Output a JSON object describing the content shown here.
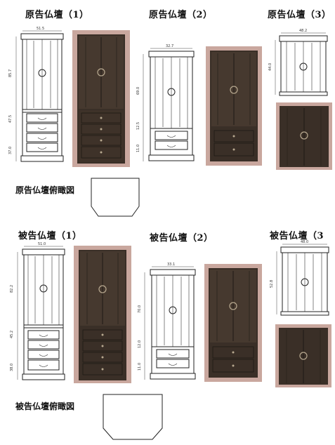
{
  "section_original": {
    "label_1": "原告仏壇（1）",
    "label_2": "原告仏壇（2）",
    "label_3": "原告仏壇（3）",
    "plan_label": "原告仏壇俯瞰図",
    "dims_1": {
      "top": "51.5",
      "a": "85.7",
      "b": "47.5",
      "c": "37.0"
    },
    "dims_2": {
      "top": "32.7",
      "a": "69.0",
      "b": "12.5",
      "c": "11.0"
    },
    "dims_3": {
      "top": "48.2",
      "a": "44.0"
    }
  },
  "section_defendant": {
    "label_1": "被告仏壇（1）",
    "label_2": "被告仏壇（2）",
    "label_3": "被告仏壇（3",
    "plan_label": "被告仏壇俯瞰図",
    "dims_1": {
      "top": "51.0",
      "a": "82.2",
      "b": "45.2",
      "c": "38.0"
    },
    "dims_2": {
      "top": "33.1",
      "a": "70.0",
      "b": "12.0",
      "c": "11.0"
    },
    "dims_3": {
      "top": "48.0",
      "a": "52.8"
    }
  },
  "colors": {
    "photo_frame": "#c9a79e",
    "wood": "#3a2f27",
    "wood_light": "#5a4a3c"
  }
}
